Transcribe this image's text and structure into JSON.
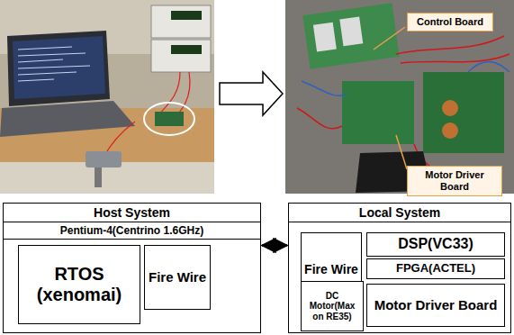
{
  "diagram": {
    "nodes": [
      {
        "text": [
          "Control Board"
        ]
      },
      {
        "text": [
          "Motor Driver Board"
        ]
      },
      {
        "text": [
          "Host System",
          "Pentium-4(Centrino 1.6GHz)"
        ]
      },
      {
        "text": [
          "RTOS (xenomai)"
        ],
        "in": 2
      },
      {
        "text": [
          "Fire Wire"
        ],
        "in": 2
      },
      {
        "text": [
          "Local System"
        ]
      },
      {
        "text": [
          "Fire Wire"
        ],
        "in": 5
      },
      {
        "text": [
          "DSP(VC33)"
        ],
        "in": 5
      },
      {
        "text": [
          "FPGA(ACTEL)"
        ],
        "in": 5
      },
      {
        "text": [
          "DC Motor(Max on RE35)"
        ],
        "in": 5
      },
      {
        "text": [
          "Motor Driver Board"
        ],
        "in": 5
      }
    ],
    "edges": [
      {
        "from": 2,
        "to": 5,
        "arrow": "both"
      }
    ]
  }
}
